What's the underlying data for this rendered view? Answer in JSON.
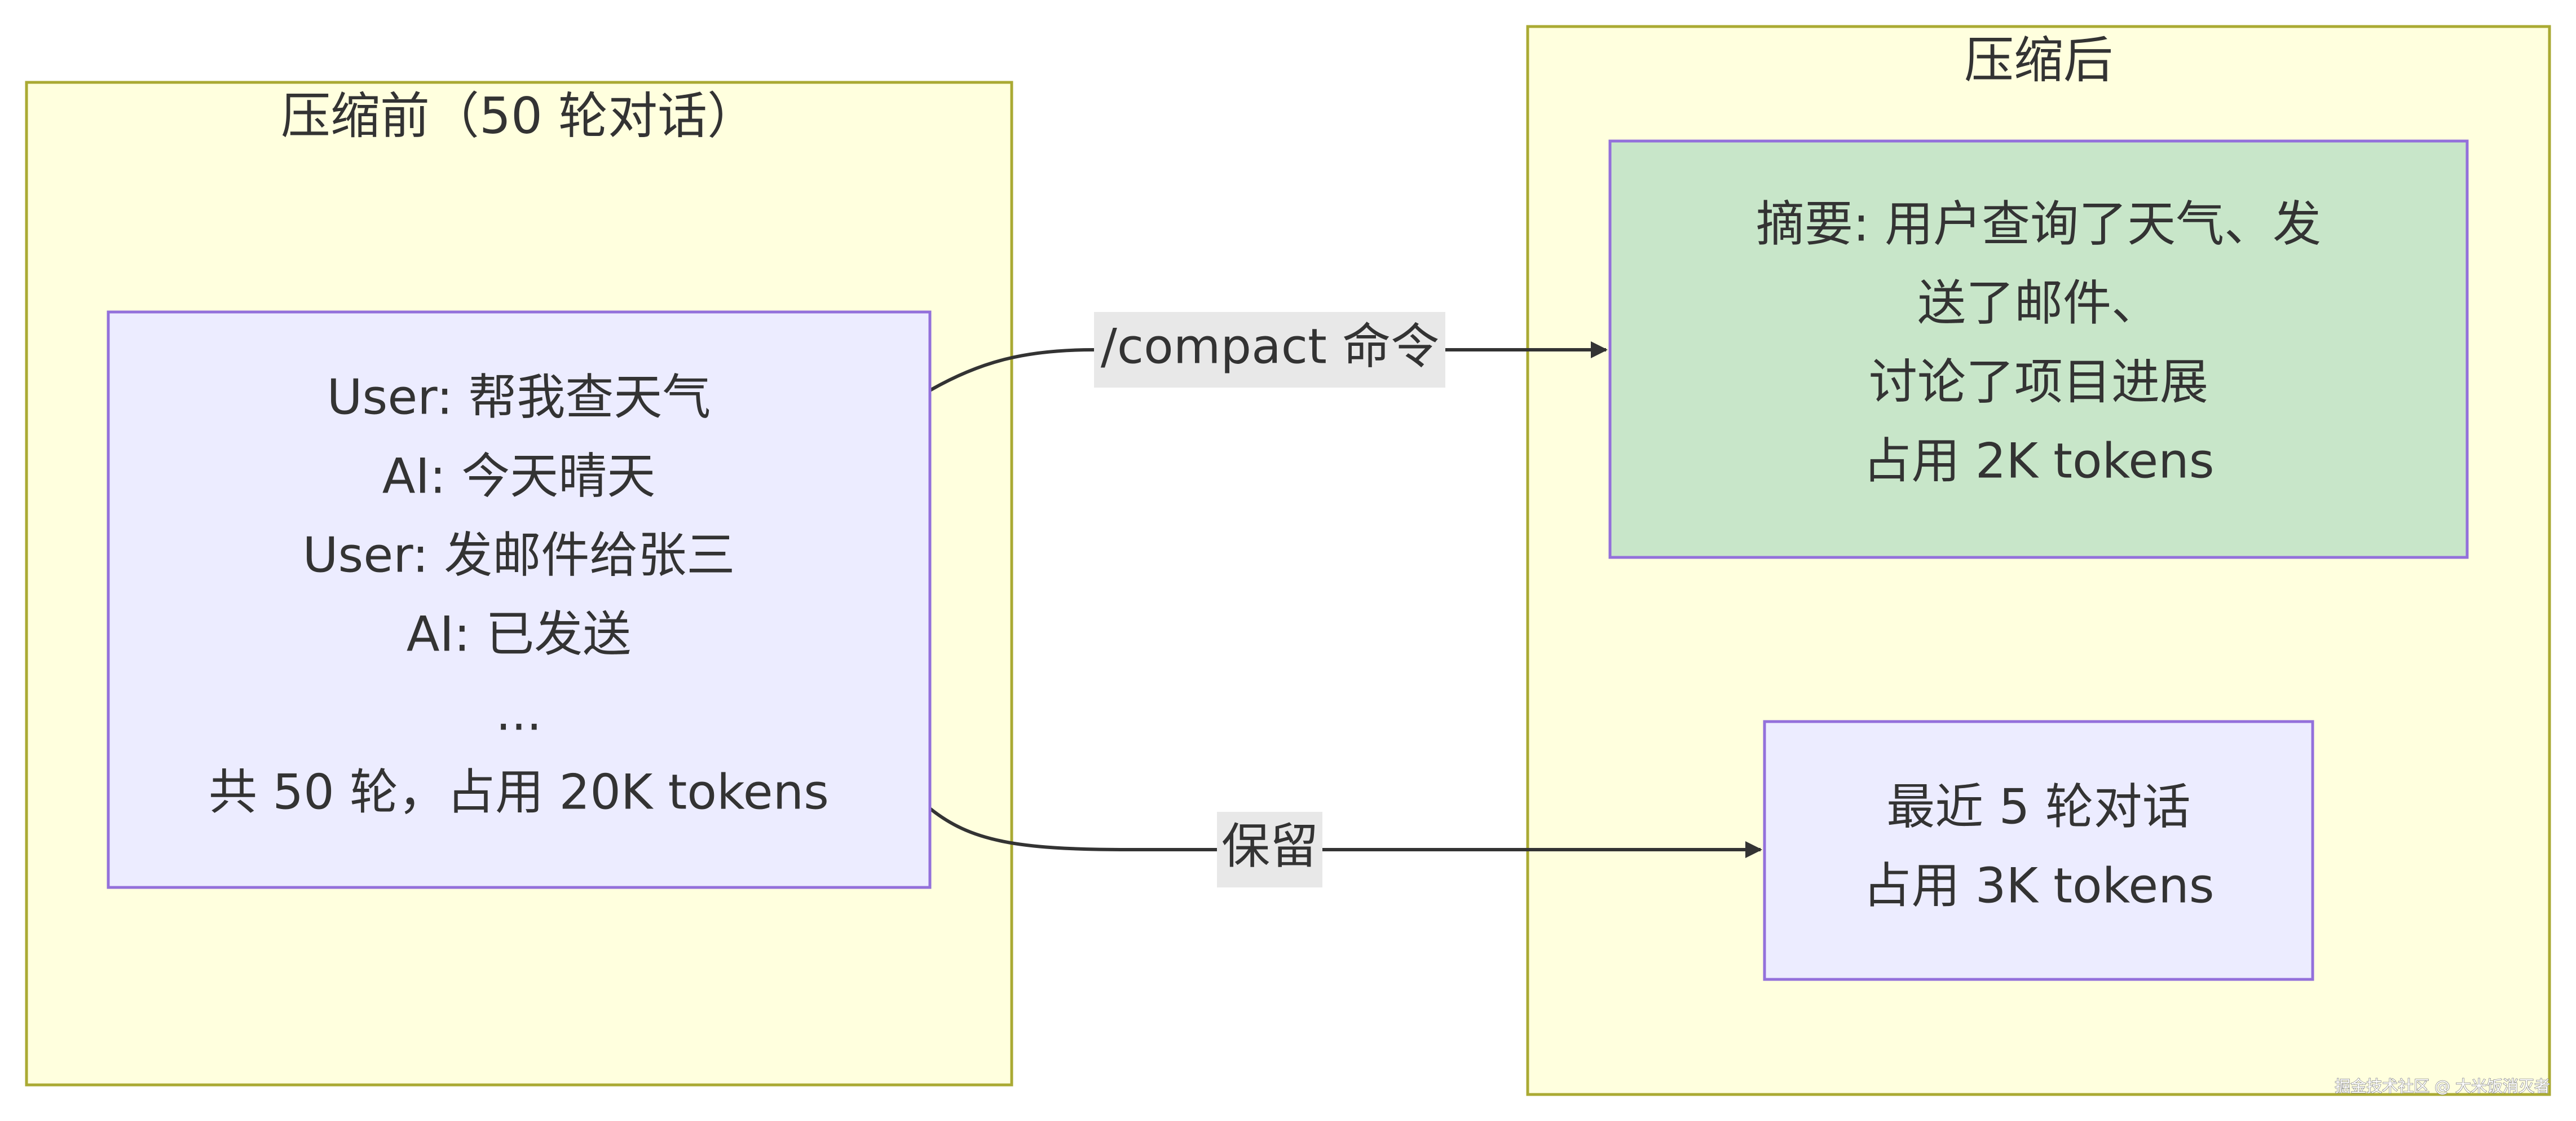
{
  "diagram": {
    "colors": {
      "cluster_fill": "#ffffde",
      "cluster_stroke": "#aaaa33",
      "node_fill": "#ececff",
      "node_stroke": "#9370db",
      "summary_fill": "#c8e6c9",
      "edge": "#333333",
      "edge_label_bg": "#e8e8e8",
      "text": "#333333"
    },
    "clusters": {
      "before": {
        "title": "压缩前（50 轮对话）"
      },
      "after": {
        "title": "压缩后"
      }
    },
    "nodes": {
      "history": {
        "lines": [
          "User: 帮我查天气",
          "AI: 今天晴天",
          "User: 发邮件给张三",
          "AI: 已发送",
          "...",
          "共 50 轮，占用 20K tokens"
        ]
      },
      "summary": {
        "lines": [
          "摘要: 用户查询了天气、发",
          "送了邮件、",
          "讨论了项目进展",
          "占用 2K tokens"
        ]
      },
      "recent": {
        "lines": [
          "最近 5 轮对话",
          "占用 3K tokens"
        ]
      }
    },
    "edges": {
      "compact": {
        "from": "history",
        "to": "summary",
        "label": "/compact 命令"
      },
      "keep": {
        "from": "history",
        "to": "recent",
        "label": "保留"
      }
    }
  },
  "watermark": "掘金技术社区 @ 大米饭消灭者"
}
